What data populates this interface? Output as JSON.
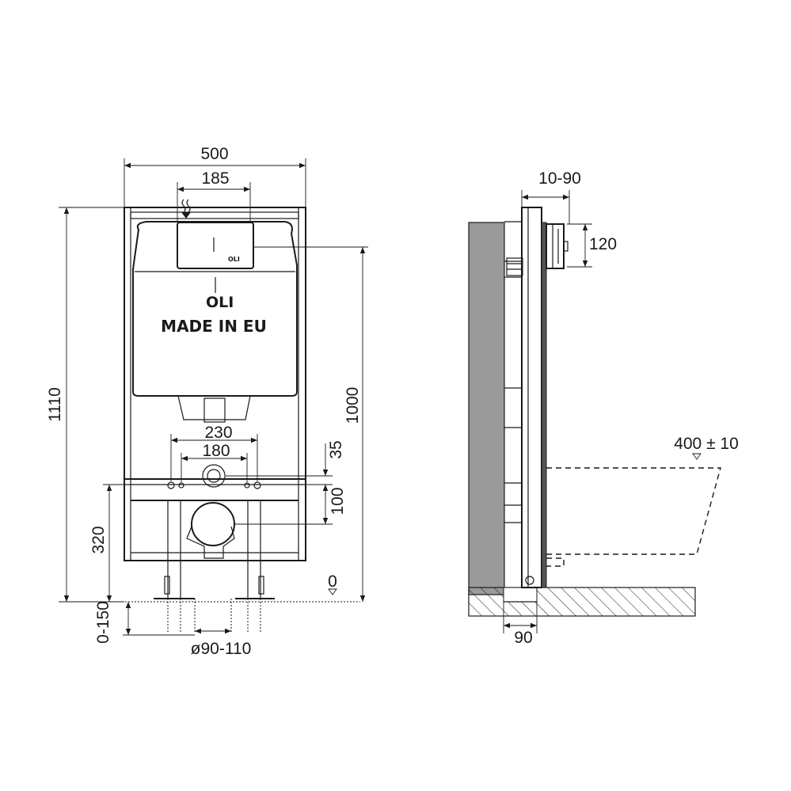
{
  "front_view": {
    "dims": {
      "width_total": "500",
      "width_button": "185",
      "height_total": "1110",
      "height_1000": "1000",
      "height_320": "320",
      "adjust_0_150": "0-150",
      "spacing_230": "230",
      "spacing_180": "180",
      "offset_35": "35",
      "offset_100": "100",
      "pipe_diameter": "ø90-110",
      "floor_zero": "0"
    },
    "labels": {
      "brand_small": "OLI",
      "brand_large": "OLI",
      "made_in": "MADE IN EU"
    }
  },
  "side_view": {
    "dims": {
      "wall_adjust": "10-90",
      "button_height": "120",
      "bowl_projection": "400 ± 10",
      "depth_90": "90"
    }
  },
  "colors": {
    "line": "#1a1a1a",
    "wall_fill": "#9a9a9a"
  }
}
